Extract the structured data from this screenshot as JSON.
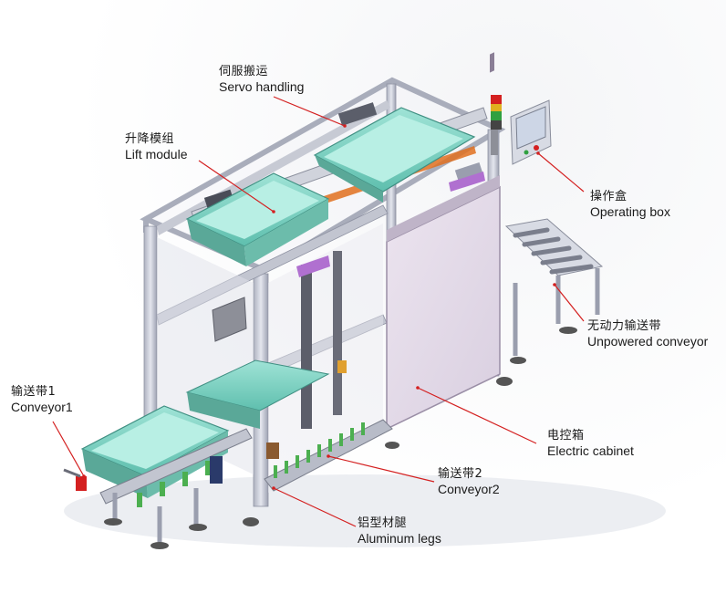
{
  "labels": {
    "servo": {
      "cn": "伺服搬运",
      "en": "Servo handling"
    },
    "lift": {
      "cn": "升降模组",
      "en": "Lift module"
    },
    "operating": {
      "cn": "操作盒",
      "en": "Operating box"
    },
    "unpowered": {
      "cn": "无动力输送带",
      "en": "Unpowered conveyor"
    },
    "conveyor1": {
      "cn": "输送带1",
      "en": "Conveyor1"
    },
    "cabinet": {
      "cn": "电控箱",
      "en": "Electric cabinet"
    },
    "conveyor2": {
      "cn": "输送带2",
      "en": "Conveyor2"
    },
    "legs": {
      "cn": "铝型材腿",
      "en": "Aluminum legs"
    }
  },
  "colors": {
    "leader": "#d42020",
    "frame": "#c9ccd6",
    "tray": "#7fd3c4",
    "cabinet": "#e6dbe8",
    "green": "#4caf50",
    "purple": "#b070d0",
    "orange": "#e07020"
  }
}
